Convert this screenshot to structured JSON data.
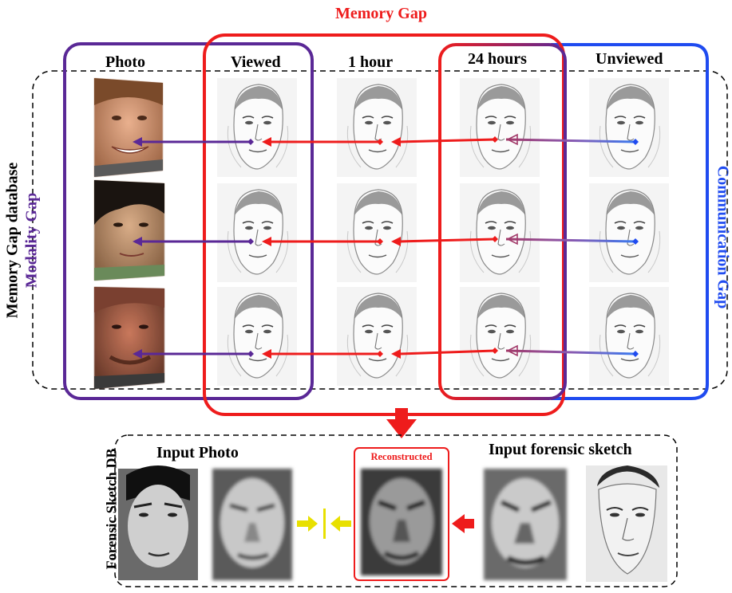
{
  "titles": {
    "memory_gap": "Memory Gap",
    "communication_gap": "Communication Gap",
    "modality_gap": "Modality Gap",
    "memory_gap_database": "Memory Gap database",
    "forensic_sketch_db": "Forensic Sketch DB"
  },
  "columns": [
    "Photo",
    "Viewed",
    "1 hour",
    "24 hours",
    "Unviewed"
  ],
  "bottom": {
    "input_photo": "Input Photo",
    "reconstructed": "Reconstructed",
    "input_forensic_sketch": "Input forensic sketch"
  },
  "colors": {
    "memory": "#ee1c1c",
    "communication": "#1f4bf0",
    "modality": "#5a2896",
    "dashed": "#000000",
    "yellow_arrow": "#e8e000"
  },
  "rows": [
    {
      "photo": "face-photo-1"
    },
    {
      "photo": "face-photo-2"
    },
    {
      "photo": "face-photo-3"
    }
  ]
}
